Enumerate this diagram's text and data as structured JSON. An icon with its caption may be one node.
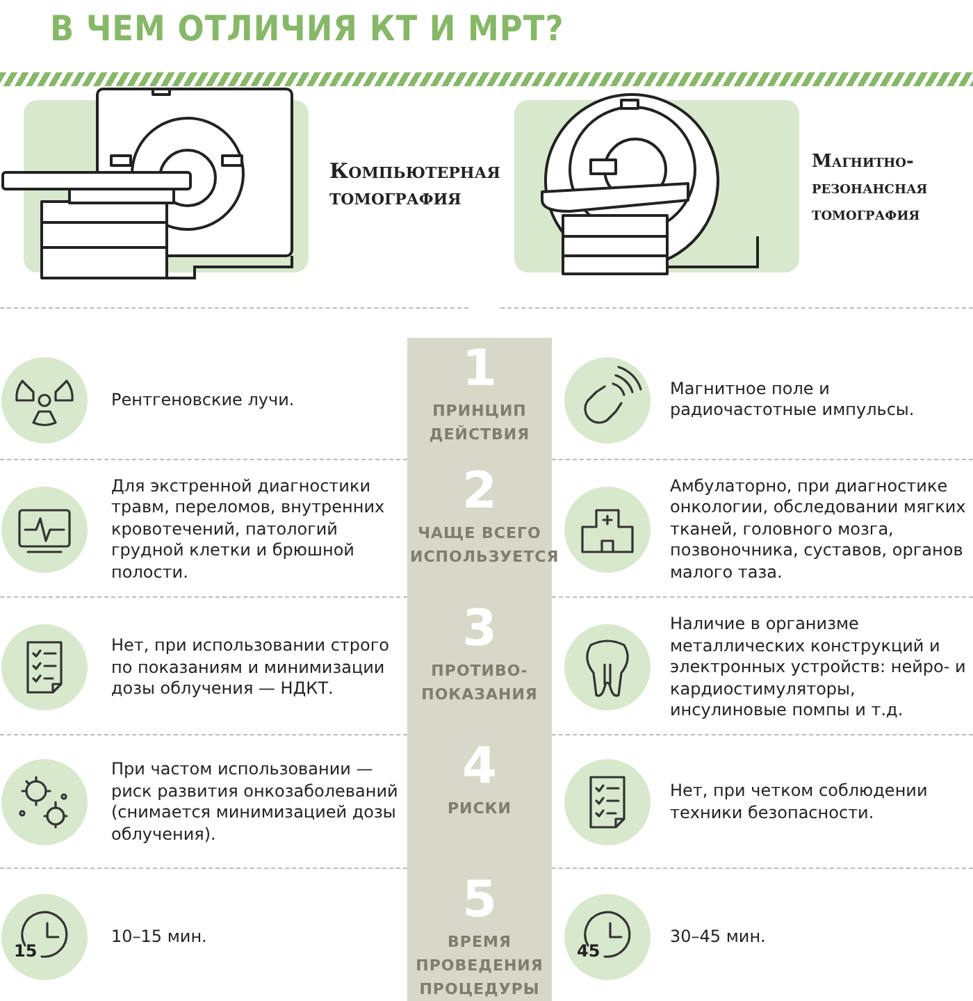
{
  "diagram": {
    "title": "В ЧЕМ ОТЛИЧИЯ КТ И МРТ?",
    "labels": [
      "Компьютерная томография",
      "Магнитно-резонансная томография",
      "Рентгеновские лучи.",
      "1",
      "ПРИНЦИП ДЕЙСТВИЯ",
      "Магнитное поле и радиочастотные импульсы.",
      "Для экстренной диагностики травм, переломов, внутренних кровотечений, патологий грудной клетки и брюшной полости.",
      "2",
      "ЧАЩЕ ВСЕГО ИСПОЛЬЗУЕТСЯ",
      "Амбулаторно, при диагностике онкологии, обследовании мягких тканей, головного мозга, позвоночника, суставов, органов малого таза.",
      "Нет, при использовании строго по показаниям и минимизации дозы облучения — НДКТ.",
      "3",
      "ПРОТИВО-ПОКАЗАНИЯ",
      "Наличие в организме металлических конструкций и электронных устройств: нейро- и кардиостимуляторы, инсулиновые помпы и т.д.",
      "При частом использовании — риск развития онкозаболеваний (снимается минимизацией дозы облучения).",
      "4",
      "РИСКИ",
      "Нет, при четком соблюдении техники безопасности.",
      "15",
      "10–15 мин.",
      "5",
      "ВРЕМЯ ПРОВЕДЕНИЯ ПРОЦЕДУРЫ",
      "45",
      "30–45 мин."
    ]
  }
}
